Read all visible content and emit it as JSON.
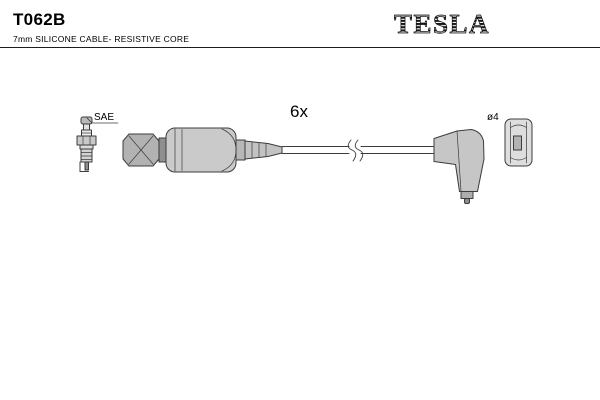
{
  "header": {
    "part_number": "T062B",
    "subtitle": "7mm SILICONE CABLE- RESISTIVE CORE",
    "brand": "TESLA"
  },
  "diagram": {
    "quantity_label": "6x",
    "spark_plug_thread_label": "SAE",
    "terminal_diameter_label": "ø4"
  },
  "colors": {
    "ink": "#000000",
    "line_art": "#3c3c3c"
  }
}
